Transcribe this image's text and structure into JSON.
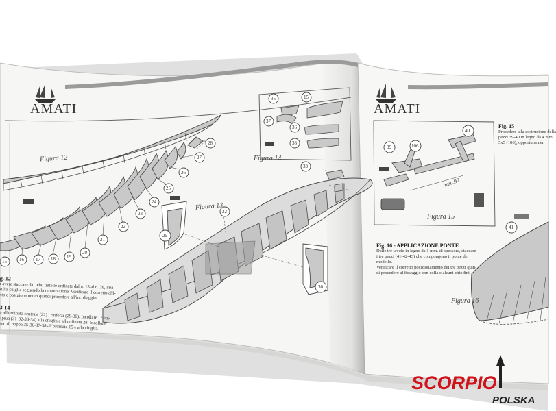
{
  "brand": {
    "left_logo_text": "AMATI",
    "right_logo_text": "AMATI"
  },
  "left_page": {
    "figure12_caption": "Figura 12",
    "figure13_caption": "Figura 13",
    "figure14_caption": "Figura 14",
    "part_numbers": [
      "15",
      "16",
      "17",
      "18",
      "19",
      "20",
      "21",
      "22",
      "23",
      "24",
      "25",
      "26",
      "27",
      "28",
      "29",
      "30",
      "33",
      "35",
      "36",
      "37",
      "38"
    ],
    "fig12_heading": "g. 12",
    "fig12_text": [
      "r avere staccato dai telai tutte le ordinate dal n. 15 al n. 28, invi-",
      "sulla chiglia seguendo la numerazione. Verificare il corretto alli-",
      "nto e posizionamento quindi procedere all'incollaggio."
    ],
    "fig1314_heading": "3-14",
    "fig1314_text": [
      "n all'ordinata centrale (22) i rinforzi (29-30). Incollare i riem-",
      "i prua (31-32-33-34) alla chiglia e all'ordinata 28. Incollare",
      "enti di poppa 35-36-37-38 all'ordinata 15 e alla chiglia."
    ]
  },
  "right_page": {
    "fig15_heading": "Fig. 15",
    "fig15_text": [
      "Procedere alla costruzione della",
      "pezzi 39-40 in legno da 4 mm.",
      "5x5 (106), opportunamen"
    ],
    "fig15_caption": "Figura 15",
    "fig15_dimension": "mm.97",
    "fig15_parts": [
      "40",
      "39",
      "106"
    ],
    "fig16_heading": "Fig. 16 - APPLICAZIONE PONTE",
    "fig16_text": [
      "Dalle tre tavole in legno da 1 mm. di spessore, staccare",
      "i tre pezzi (41-42-43) che compongono il ponte del",
      "modello.",
      "Verificare il corretto posizionamento dei tre pezzi quin-",
      "di procedere al fissaggio con colla e alcuni chiodini."
    ],
    "fig16_caption": "Figura 16",
    "fig16_part": "41"
  },
  "watermark": {
    "line1": "SCORPIO",
    "line2": "POLSKA"
  },
  "colors": {
    "paper": "#f6f6f4",
    "line": "#4a4a4a",
    "part_fill": "#c9c9c9",
    "part_dark": "#8d8d8d",
    "watermark_red": "#d0121b",
    "watermark_dark": "#222222"
  }
}
